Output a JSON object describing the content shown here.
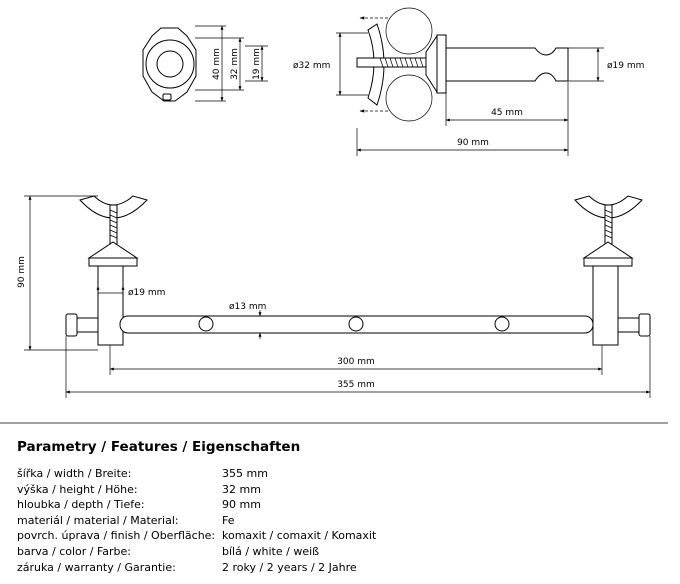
{
  "dimensions": {
    "front_outer_height": "40 mm",
    "front_mid_height": "32 mm",
    "front_inner_height": "19 mm",
    "side_clamp_diameter": "ø32 mm",
    "side_post_diameter": "ø19 mm",
    "side_post_length": "45 mm",
    "side_depth": "90 mm",
    "main_height": "90 mm",
    "main_post_diameter": "ø19 mm",
    "main_rod_diameter": "ø13 mm",
    "main_rod_span": "300 mm",
    "main_total_width": "355 mm"
  },
  "features": {
    "title": "Parametry / Features / Eigenschaften",
    "rows": [
      {
        "label": "šířka / width / Breite:",
        "value": "355 mm"
      },
      {
        "label": "výška / height / Höhe:",
        "value": "32 mm"
      },
      {
        "label": "hloubka / depth / Tiefe:",
        "value": "90 mm"
      },
      {
        "label": "materiál / material / Material:",
        "value": "Fe"
      },
      {
        "label": "povrch. úprava / finish / Oberfläche:",
        "value": "komaxit / comaxit / Komaxit"
      },
      {
        "label": "barva / color / Farbe:",
        "value": "bílá / white / weiß"
      },
      {
        "label": "záruka / warranty / Garantie:",
        "value": "2 roky / 2 years / 2 Jahre"
      }
    ]
  }
}
